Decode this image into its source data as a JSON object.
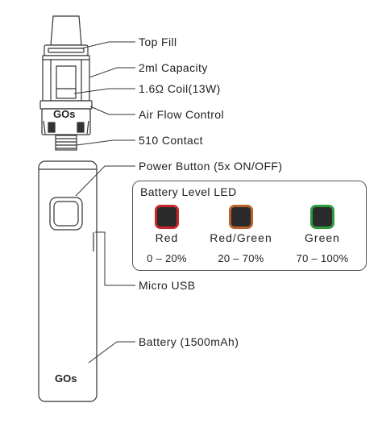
{
  "labels": {
    "top_fill": "Top Fill",
    "capacity": "2ml Capacity",
    "coil": "1.6Ω Coil(13W)",
    "air_flow": "Air Flow Control",
    "contact": "510 Contact",
    "power_button": "Power Button (5x ON/OFF)",
    "micro_usb": "Micro USB",
    "battery": "Battery (1500mAh)"
  },
  "branding": {
    "tank_logo": "GOs",
    "body_logo": "GOs"
  },
  "led_panel": {
    "title": "Battery Level LED",
    "levels": [
      {
        "name": "Red",
        "range": "0 – 20%",
        "color": "#c8262b"
      },
      {
        "name": "Red/Green",
        "range": "20 – 70%",
        "color": "#b8612a"
      },
      {
        "name": "Green",
        "range": "70 – 100%",
        "color": "#2f9a3c"
      }
    ]
  },
  "colors": {
    "line": "#333333",
    "led_core": "#2b2b2b"
  }
}
